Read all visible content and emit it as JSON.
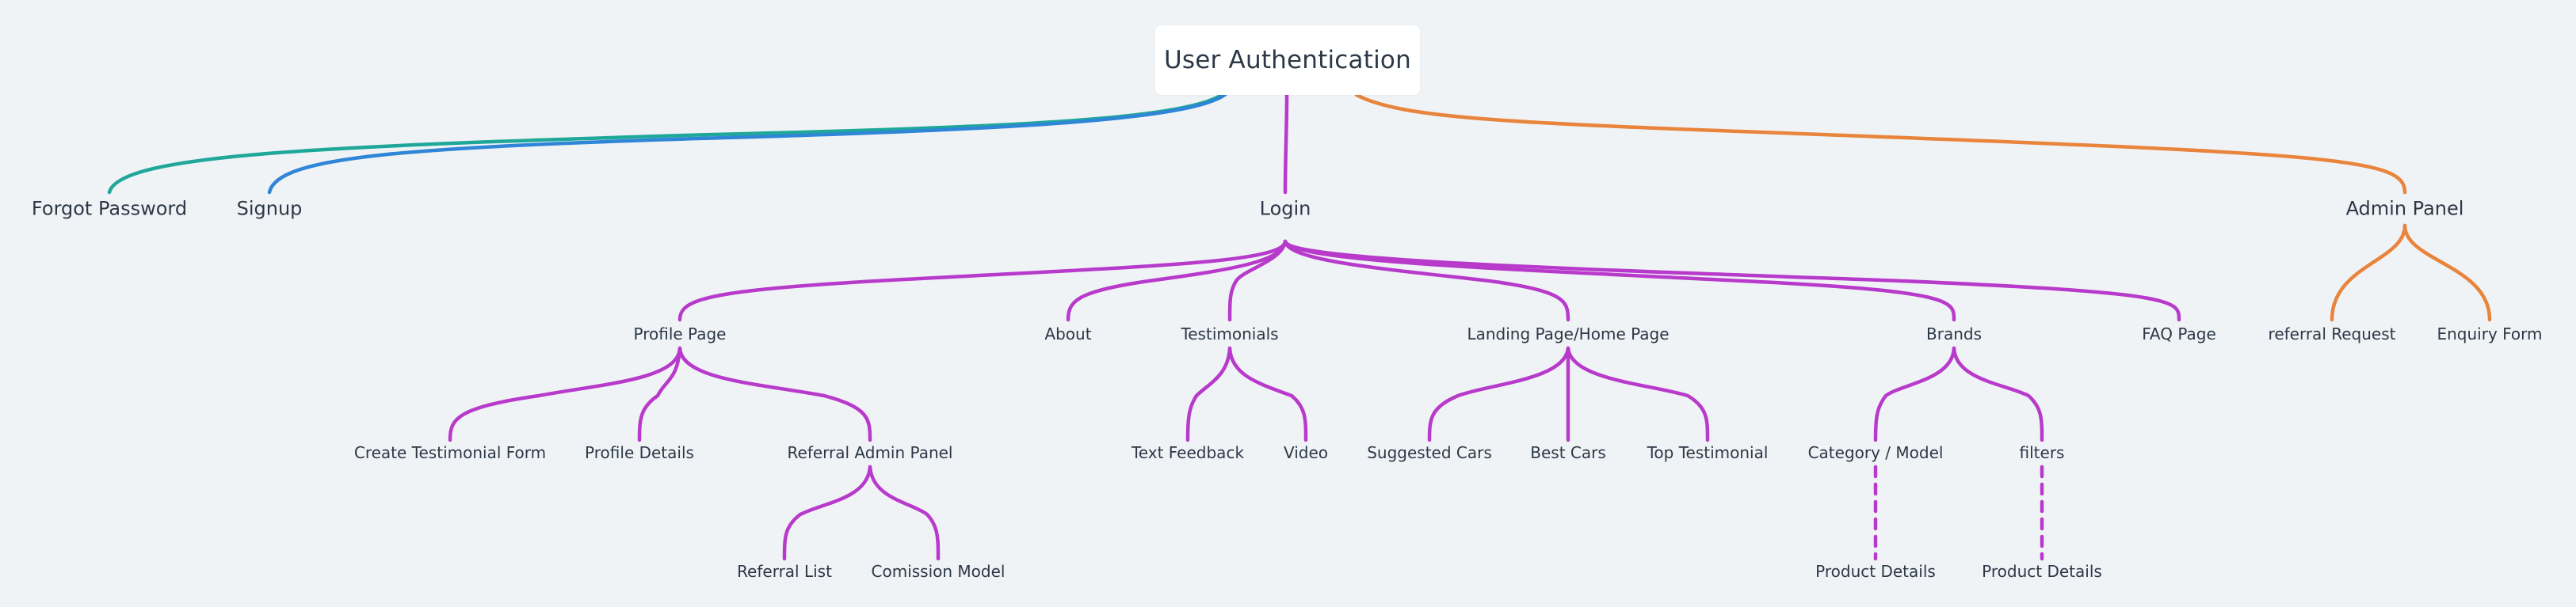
{
  "mindmap": {
    "root": "User Authentication",
    "branches": {
      "forgot": "Forgot Password",
      "signup": "Signup",
      "login": "Login",
      "admin": "Admin Panel"
    },
    "login_children": {
      "profile": "Profile Page",
      "about": "About",
      "testimonials": "Testimonials",
      "landing": "Landing Page/Home Page",
      "brands": "Brands",
      "faq": "FAQ Page"
    },
    "admin_children": {
      "referral_request": "referral Request",
      "enquiry": "Enquiry Form"
    },
    "profile_children": {
      "create_testimonial": "Create Testimonial Form",
      "profile_details": "Profile Details",
      "referral_admin": "Referral Admin Panel"
    },
    "testimonial_children": {
      "text_feedback": "Text Feedback",
      "video": "Video"
    },
    "landing_children": {
      "suggested": "Suggested Cars",
      "best": "Best Cars",
      "top": "Top Testimonial"
    },
    "brands_children": {
      "category": "Category / Model",
      "filters": "filters"
    },
    "referral_admin_children": {
      "referral_list": "Referral List",
      "commission": "Comission Model"
    },
    "category_children": {
      "product_details": "Product Details"
    },
    "filters_children": {
      "product_details": "Product Details"
    }
  },
  "colors": {
    "background": "#f0f3f6",
    "text": "#2c3847",
    "teal": "#1fa89a",
    "blue": "#2f86d6",
    "magenta": "#b83acb",
    "orange": "#e8843c"
  }
}
